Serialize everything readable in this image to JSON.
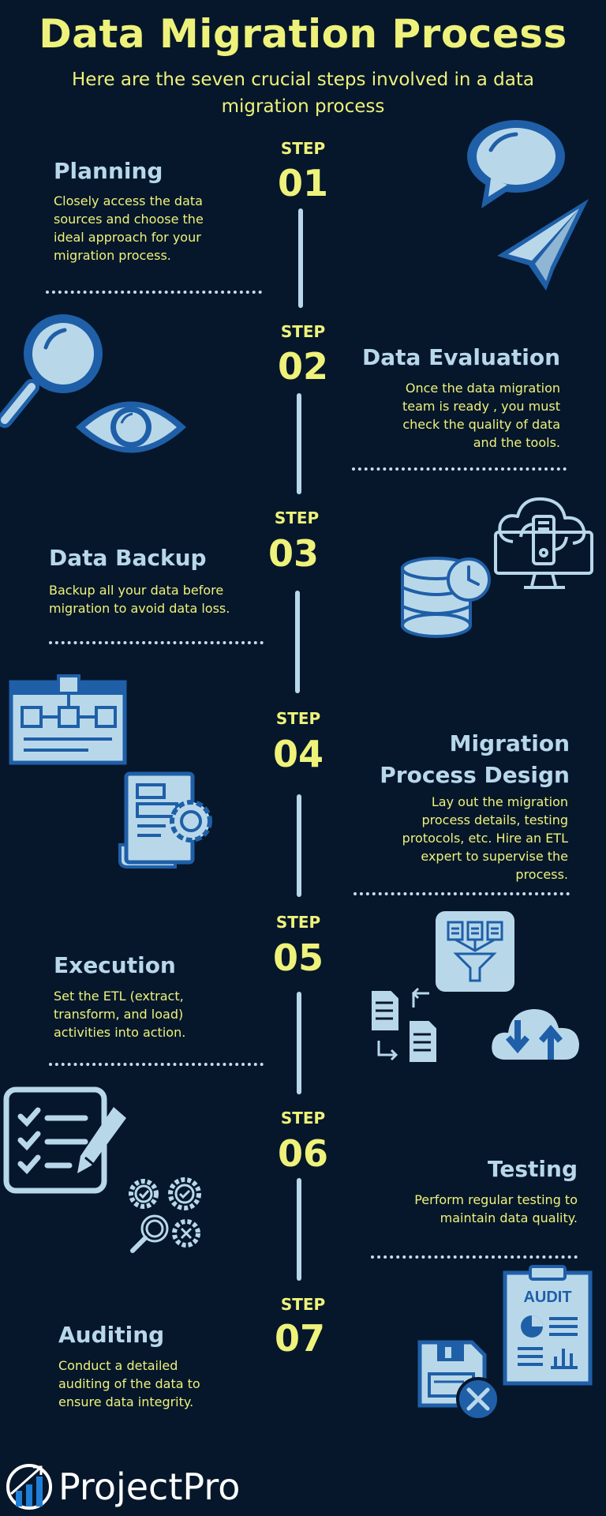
{
  "header": {
    "title": "Data Migration Process",
    "subtitle": "Here are the seven crucial steps involved in a data migration process"
  },
  "step_label": "STEP",
  "steps": [
    {
      "number": "01",
      "title": "Planning",
      "description": "Closely access the data sources and choose the ideal approach for your migration process.",
      "icons": [
        "speech-bubble-icon",
        "paper-plane-icon"
      ]
    },
    {
      "number": "02",
      "title": "Data Evaluation",
      "description": "Once the data migration team is ready , you must check the  quality of data and the tools.",
      "icons": [
        "magnifier-icon",
        "eye-icon"
      ]
    },
    {
      "number": "03",
      "title": "Data Backup",
      "description": "Backup all your data before migration to avoid data loss.",
      "icons": [
        "cloud-monitor-icon",
        "database-clock-icon"
      ]
    },
    {
      "number": "04",
      "title": "Migration Process Design",
      "title_line1": "Migration",
      "title_line2": "Process Design",
      "description": "Lay out the migration process details, testing protocols, etc. Hire an ETL expert to supervise the process.",
      "icons": [
        "flowchart-window-icon",
        "document-gear-icon"
      ]
    },
    {
      "number": "05",
      "title": "Execution",
      "description": "Set the ETL (extract, transform, and load) activities into action.",
      "icons": [
        "filter-documents-icon",
        "document-transfer-icon",
        "cloud-sync-icon"
      ]
    },
    {
      "number": "06",
      "title": "Testing",
      "description": "Perform regular testing to maintain data quality.",
      "icons": [
        "checklist-pencil-icon",
        "gears-magnifier-icon"
      ]
    },
    {
      "number": "07",
      "title": "Auditing",
      "description": "Conduct a detailed auditing of the data to ensure data integrity.",
      "icons": [
        "audit-clipboard-icon",
        "floppy-tools-icon"
      ]
    }
  ],
  "audit_icon_text": "AUDIT",
  "footer": {
    "brand": "ProjectPro"
  },
  "colors": {
    "background": "#06172b",
    "accent_yellow": "#eef27a",
    "light_blue": "#b8d8ea",
    "icon_blue": "#1f5fa8"
  }
}
